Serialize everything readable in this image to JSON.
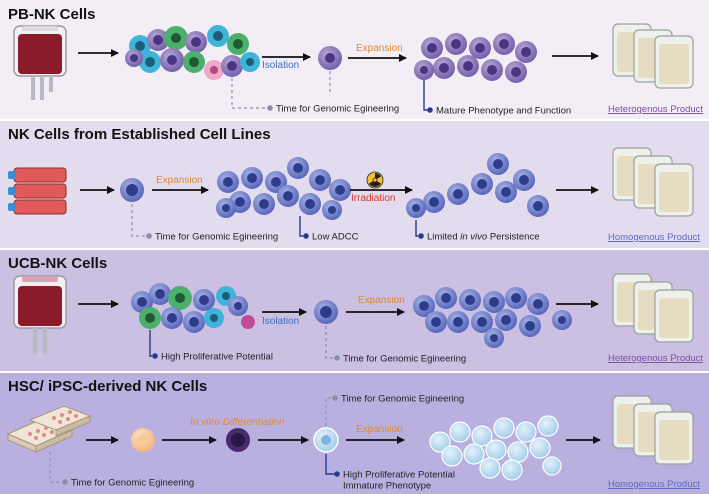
{
  "colors": {
    "panel1_bg": "#f3eef6",
    "panel2_bg": "#e3dcef",
    "panel3_bg": "#cbbfe2",
    "panel4_bg": "#b9b0e0",
    "accent_orange": "#e08a2c",
    "accent_blue": "#3a6fbf",
    "accent_red": "#d9342b",
    "product_purple": "#7b4fa5",
    "product_blue": "#5a6bc0"
  },
  "panels": [
    {
      "title": "PB-NK Cells",
      "step_isolation": "Isolation",
      "step_expansion": "Expansion",
      "note_engineering": "Time for Genomic Egineering",
      "note_mature": "Mature Phenotype and Function",
      "product": "Heterogenous Product"
    },
    {
      "title": "NK Cells from Established Cell Lines",
      "step_expansion": "Expansion",
      "step_irradiation": "Irradiation",
      "note_engineering": "Time for Genomic Egineering",
      "note_adcc": "Low ADCC",
      "note_persistence_pre": "Limited ",
      "note_persistence_italic": "in vivo",
      "note_persistence_post": " Persistence",
      "product": "Homogenous Product"
    },
    {
      "title": "UCB-NK Cells",
      "step_isolation": "Isolation",
      "step_expansion": "Expansion",
      "note_proliferative": "High Proliferative Potential",
      "note_engineering": "Time for Genomic Egineering",
      "product": "Heterogenous Product"
    },
    {
      "title": "HSC/ iPSC-derived NK Cells",
      "step_differentiation": "In vitro Differentiation",
      "step_expansion": "Expansion",
      "note_engineering_left": "Time for Genomic Egineering",
      "note_engineering_top": "Time for Genomic Egineering",
      "note_proliferative": "High Proliferative Potential",
      "note_immature": "Immature Phenotype",
      "product": "Homogenous Product"
    }
  ],
  "icons": {
    "blood_bag": "blood-bag-icon",
    "culture_flask": "culture-flask-icon",
    "well_plate": "well-plate-icon",
    "product_bag": "infusion-bag-icon",
    "radiation": "radiation-icon"
  }
}
